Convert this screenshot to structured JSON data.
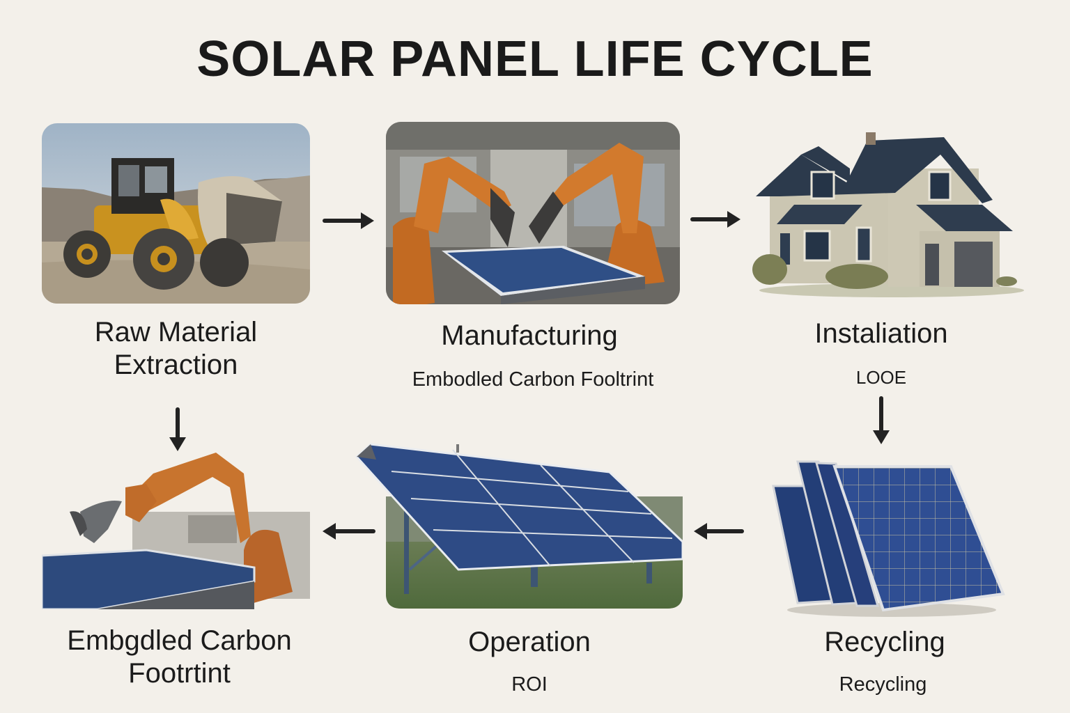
{
  "title": "SOLAR PANEL LIFE CYCLE",
  "colors": {
    "background": "#f3f0ea",
    "text": "#1b1b1b",
    "arrow": "#222222",
    "panel_blue": "#2f4f8f",
    "robot_orange": "#c8742e",
    "loader_yellow": "#d9a22a",
    "roof_slate": "#2c3a4c",
    "grass": "#5d7444"
  },
  "stages": [
    {
      "id": "raw-material-extraction",
      "title_line1": "Raw Material",
      "title_line2": "Extraction",
      "subtitle": "",
      "image": "wheel-loader-quarry-image"
    },
    {
      "id": "manufacturing",
      "title": "Manufacturing",
      "subtitle": "Embodled Carbon Fooltrint",
      "image": "robot-arms-assembling-panel-image"
    },
    {
      "id": "installation",
      "title": "Instaliation",
      "subtitle": "LOOE",
      "image": "house-image"
    },
    {
      "id": "recycling",
      "title": "Recycling",
      "subtitle": "Recycling",
      "image": "stacked-solar-panels-image"
    },
    {
      "id": "operation",
      "title": "Operation",
      "subtitle": "ROI",
      "image": "ground-mounted-solar-array-image"
    },
    {
      "id": "embodied-carbon",
      "title_line1": "Embgdled Carbon",
      "title_line2": "Footrtint",
      "subtitle": "",
      "image": "robot-arm-over-panel-image"
    }
  ],
  "arrows": [
    {
      "from": "raw-material-extraction",
      "to": "manufacturing",
      "direction": "right"
    },
    {
      "from": "manufacturing",
      "to": "installation",
      "direction": "right"
    },
    {
      "from": "installation",
      "to": "recycling",
      "direction": "down"
    },
    {
      "from": "recycling",
      "to": "operation",
      "direction": "left"
    },
    {
      "from": "operation",
      "to": "embodied-carbon",
      "direction": "left"
    },
    {
      "from": "raw-material-extraction",
      "to": "embodied-carbon",
      "direction": "down"
    }
  ]
}
